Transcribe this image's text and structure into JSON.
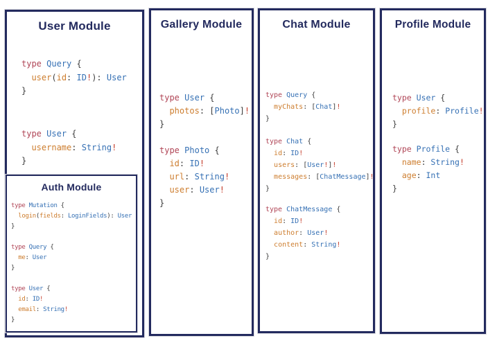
{
  "colors": {
    "navy_border_title": "#232a5e",
    "keyword_red": "#b04556",
    "typename_blue": "#3570b4",
    "field_orange": "#cd7d2e",
    "bang_red": "#c43d2b",
    "punctuation_dark": "#3d3d3d",
    "panel_background": "#ffffff"
  },
  "user": {
    "title": "User Module",
    "blocks": [
      [
        [
          [
            "k",
            "type"
          ],
          [
            "n",
            " "
          ],
          [
            "t",
            "Query"
          ],
          [
            "n",
            " {"
          ]
        ],
        [
          [
            "n",
            "  "
          ],
          [
            "p",
            "user"
          ],
          [
            "n",
            "("
          ],
          [
            "p",
            "id"
          ],
          [
            "n",
            ": "
          ],
          [
            "t",
            "ID"
          ],
          [
            "b",
            "!"
          ],
          [
            "n",
            "): "
          ],
          [
            "t",
            "User"
          ]
        ],
        [
          [
            "n",
            "}"
          ]
        ]
      ],
      [
        [
          [
            "k",
            "type"
          ],
          [
            "n",
            " "
          ],
          [
            "t",
            "User"
          ],
          [
            "n",
            " {"
          ]
        ],
        [
          [
            "n",
            "  "
          ],
          [
            "p",
            "username"
          ],
          [
            "n",
            ": "
          ],
          [
            "t",
            "String"
          ],
          [
            "b",
            "!"
          ]
        ],
        [
          [
            "n",
            "}"
          ]
        ]
      ]
    ]
  },
  "auth": {
    "title": "Auth Module",
    "blocks": [
      [
        [
          [
            "k",
            "type"
          ],
          [
            "n",
            " "
          ],
          [
            "t",
            "Mutation"
          ],
          [
            "n",
            " {"
          ]
        ],
        [
          [
            "n",
            "  "
          ],
          [
            "p",
            "login"
          ],
          [
            "n",
            "("
          ],
          [
            "p",
            "fields"
          ],
          [
            "n",
            ": "
          ],
          [
            "t",
            "LoginFields"
          ],
          [
            "n",
            "): "
          ],
          [
            "t",
            "User"
          ]
        ],
        [
          [
            "n",
            "}"
          ]
        ],
        [],
        [
          [
            "k",
            "type"
          ],
          [
            "n",
            " "
          ],
          [
            "t",
            "Query"
          ],
          [
            "n",
            " {"
          ]
        ],
        [
          [
            "n",
            "  "
          ],
          [
            "p",
            "me"
          ],
          [
            "n",
            ": "
          ],
          [
            "t",
            "User"
          ]
        ],
        [
          [
            "n",
            "}"
          ]
        ],
        [],
        [
          [
            "k",
            "type"
          ],
          [
            "n",
            " "
          ],
          [
            "t",
            "User"
          ],
          [
            "n",
            " {"
          ]
        ],
        [
          [
            "n",
            "  "
          ],
          [
            "p",
            "id"
          ],
          [
            "n",
            ": "
          ],
          [
            "t",
            "ID"
          ],
          [
            "b",
            "!"
          ]
        ],
        [
          [
            "n",
            "  "
          ],
          [
            "p",
            "email"
          ],
          [
            "n",
            ": "
          ],
          [
            "t",
            "String"
          ],
          [
            "b",
            "!"
          ]
        ],
        [
          [
            "n",
            "}"
          ]
        ]
      ]
    ]
  },
  "gallery": {
    "title": "Gallery Module",
    "blocks": [
      [
        [
          [
            "k",
            "type"
          ],
          [
            "n",
            " "
          ],
          [
            "t",
            "User"
          ],
          [
            "n",
            " {"
          ]
        ],
        [
          [
            "n",
            "  "
          ],
          [
            "p",
            "photos"
          ],
          [
            "n",
            ": ["
          ],
          [
            "t",
            "Photo"
          ],
          [
            "n",
            "]"
          ],
          [
            "b",
            "!"
          ]
        ],
        [
          [
            "n",
            "}"
          ]
        ]
      ],
      [
        [
          [
            "k",
            "type"
          ],
          [
            "n",
            " "
          ],
          [
            "t",
            "Photo"
          ],
          [
            "n",
            " {"
          ]
        ],
        [
          [
            "n",
            "  "
          ],
          [
            "p",
            "id"
          ],
          [
            "n",
            ": "
          ],
          [
            "t",
            "ID"
          ],
          [
            "b",
            "!"
          ]
        ],
        [
          [
            "n",
            "  "
          ],
          [
            "p",
            "url"
          ],
          [
            "n",
            ": "
          ],
          [
            "t",
            "String"
          ],
          [
            "b",
            "!"
          ]
        ],
        [
          [
            "n",
            "  "
          ],
          [
            "p",
            "user"
          ],
          [
            "n",
            ": "
          ],
          [
            "t",
            "User"
          ],
          [
            "b",
            "!"
          ]
        ],
        [
          [
            "n",
            "}"
          ]
        ]
      ]
    ]
  },
  "chat": {
    "title": "Chat Module",
    "blocks": [
      [
        [
          [
            "k",
            "type"
          ],
          [
            "n",
            " "
          ],
          [
            "t",
            "Query"
          ],
          [
            "n",
            " {"
          ]
        ],
        [
          [
            "n",
            "  "
          ],
          [
            "p",
            "myChats"
          ],
          [
            "n",
            ": ["
          ],
          [
            "t",
            "Chat"
          ],
          [
            "n",
            "]"
          ],
          [
            "b",
            "!"
          ]
        ],
        [
          [
            "n",
            "}"
          ]
        ]
      ],
      [
        [
          [
            "k",
            "type"
          ],
          [
            "n",
            " "
          ],
          [
            "t",
            "Chat"
          ],
          [
            "n",
            " {"
          ]
        ],
        [
          [
            "n",
            "  "
          ],
          [
            "p",
            "id"
          ],
          [
            "n",
            ": "
          ],
          [
            "t",
            "ID"
          ],
          [
            "b",
            "!"
          ]
        ],
        [
          [
            "n",
            "  "
          ],
          [
            "p",
            "users"
          ],
          [
            "n",
            ": ["
          ],
          [
            "t",
            "User"
          ],
          [
            "b",
            "!"
          ],
          [
            "n",
            "]"
          ],
          [
            "b",
            "!"
          ]
        ],
        [
          [
            "n",
            "  "
          ],
          [
            "p",
            "messages"
          ],
          [
            "n",
            ": ["
          ],
          [
            "t",
            "ChatMessage"
          ],
          [
            "n",
            "]"
          ],
          [
            "b",
            "!"
          ]
        ],
        [
          [
            "n",
            "}"
          ]
        ]
      ],
      [
        [
          [
            "k",
            "type"
          ],
          [
            "n",
            " "
          ],
          [
            "t",
            "ChatMessage"
          ],
          [
            "n",
            " {"
          ]
        ],
        [
          [
            "n",
            "  "
          ],
          [
            "p",
            "id"
          ],
          [
            "n",
            ": "
          ],
          [
            "t",
            "ID"
          ],
          [
            "b",
            "!"
          ]
        ],
        [
          [
            "n",
            "  "
          ],
          [
            "p",
            "author"
          ],
          [
            "n",
            ": "
          ],
          [
            "t",
            "User"
          ],
          [
            "b",
            "!"
          ]
        ],
        [
          [
            "n",
            "  "
          ],
          [
            "p",
            "content"
          ],
          [
            "n",
            ": "
          ],
          [
            "t",
            "String"
          ],
          [
            "b",
            "!"
          ]
        ],
        [
          [
            "n",
            "}"
          ]
        ]
      ]
    ]
  },
  "profile": {
    "title": "Profile Module",
    "blocks": [
      [
        [
          [
            "k",
            "type"
          ],
          [
            "n",
            " "
          ],
          [
            "t",
            "User"
          ],
          [
            "n",
            " {"
          ]
        ],
        [
          [
            "n",
            "  "
          ],
          [
            "p",
            "profile"
          ],
          [
            "n",
            ": "
          ],
          [
            "t",
            "Profile"
          ],
          [
            "b",
            "!"
          ]
        ],
        [
          [
            "n",
            "}"
          ]
        ]
      ],
      [
        [
          [
            "k",
            "type"
          ],
          [
            "n",
            " "
          ],
          [
            "t",
            "Profile"
          ],
          [
            "n",
            " {"
          ]
        ],
        [
          [
            "n",
            "  "
          ],
          [
            "p",
            "name"
          ],
          [
            "n",
            ": "
          ],
          [
            "t",
            "String"
          ],
          [
            "b",
            "!"
          ]
        ],
        [
          [
            "n",
            "  "
          ],
          [
            "p",
            "age"
          ],
          [
            "n",
            ": "
          ],
          [
            "t",
            "Int"
          ]
        ],
        [
          [
            "n",
            "}"
          ]
        ]
      ]
    ]
  }
}
